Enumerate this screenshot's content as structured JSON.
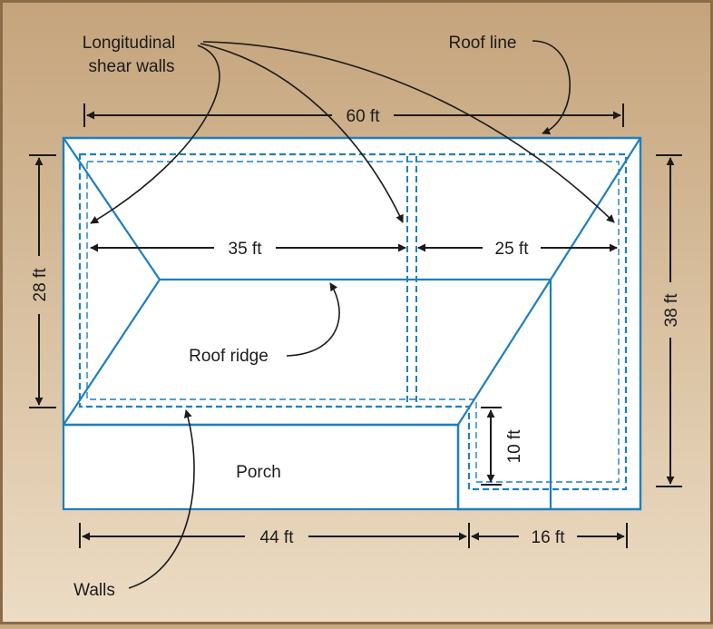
{
  "labels": {
    "longitudinal_line1": "Longitudinal",
    "longitudinal_line2": "shear walls",
    "roof_line": "Roof line",
    "roof_ridge": "Roof ridge",
    "porch": "Porch",
    "walls": "Walls"
  },
  "dimensions": {
    "overall_width": "60 ft",
    "left_section": "35 ft",
    "right_section": "25 ft",
    "left_depth": "28 ft",
    "right_depth": "38 ft",
    "porch_width": "44 ft",
    "wing_width": "16 ft",
    "wing_depth": "10 ft"
  },
  "colors": {
    "frame_top": "#c7a67e",
    "frame_bottom": "#ead9c0",
    "roof_stroke": "#1f7fbf",
    "wall_dash": "#1f7fbf",
    "roof_fill": "#ffffff",
    "dim_line": "#1b1b1b"
  }
}
